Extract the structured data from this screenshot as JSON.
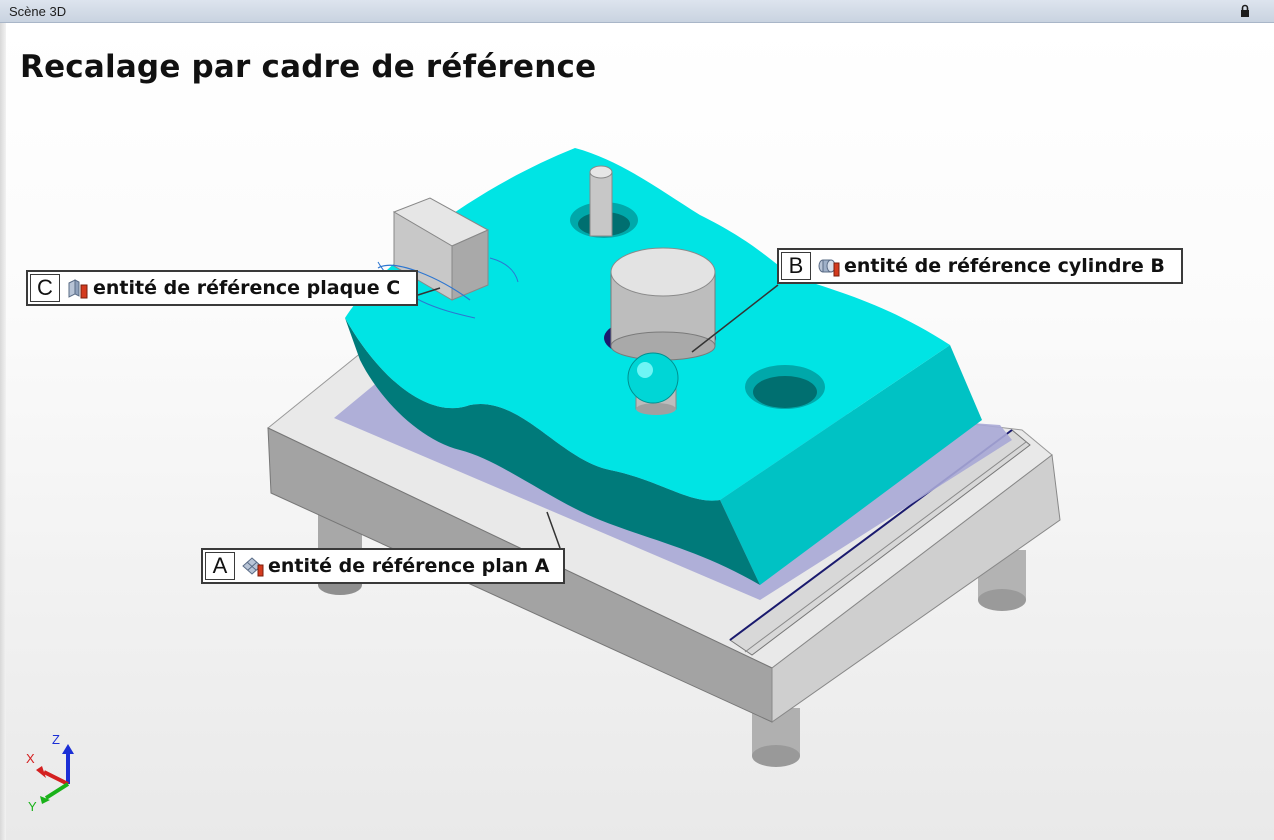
{
  "window": {
    "title": "Scène 3D",
    "lock_icon": "lock-icon"
  },
  "scene": {
    "heading": "Recalage par cadre de référence"
  },
  "callouts": {
    "a": {
      "letter": "A",
      "label": "entité de référence plan A",
      "icon": "plane-datum-icon"
    },
    "b": {
      "letter": "B",
      "label": "entité de référence cylindre B",
      "icon": "cylinder-datum-icon"
    },
    "c": {
      "letter": "C",
      "label": "entité de référence plaque C",
      "icon": "plate-datum-icon"
    }
  },
  "axes": {
    "x": "X",
    "y": "Y",
    "z": "Z"
  },
  "colors": {
    "part": "#00dede",
    "fixture": "#c9c9c9",
    "datum_plane": "#a9a9d6",
    "axis_x": "#d42020",
    "axis_y": "#19b219",
    "axis_z": "#1b2fd6"
  }
}
